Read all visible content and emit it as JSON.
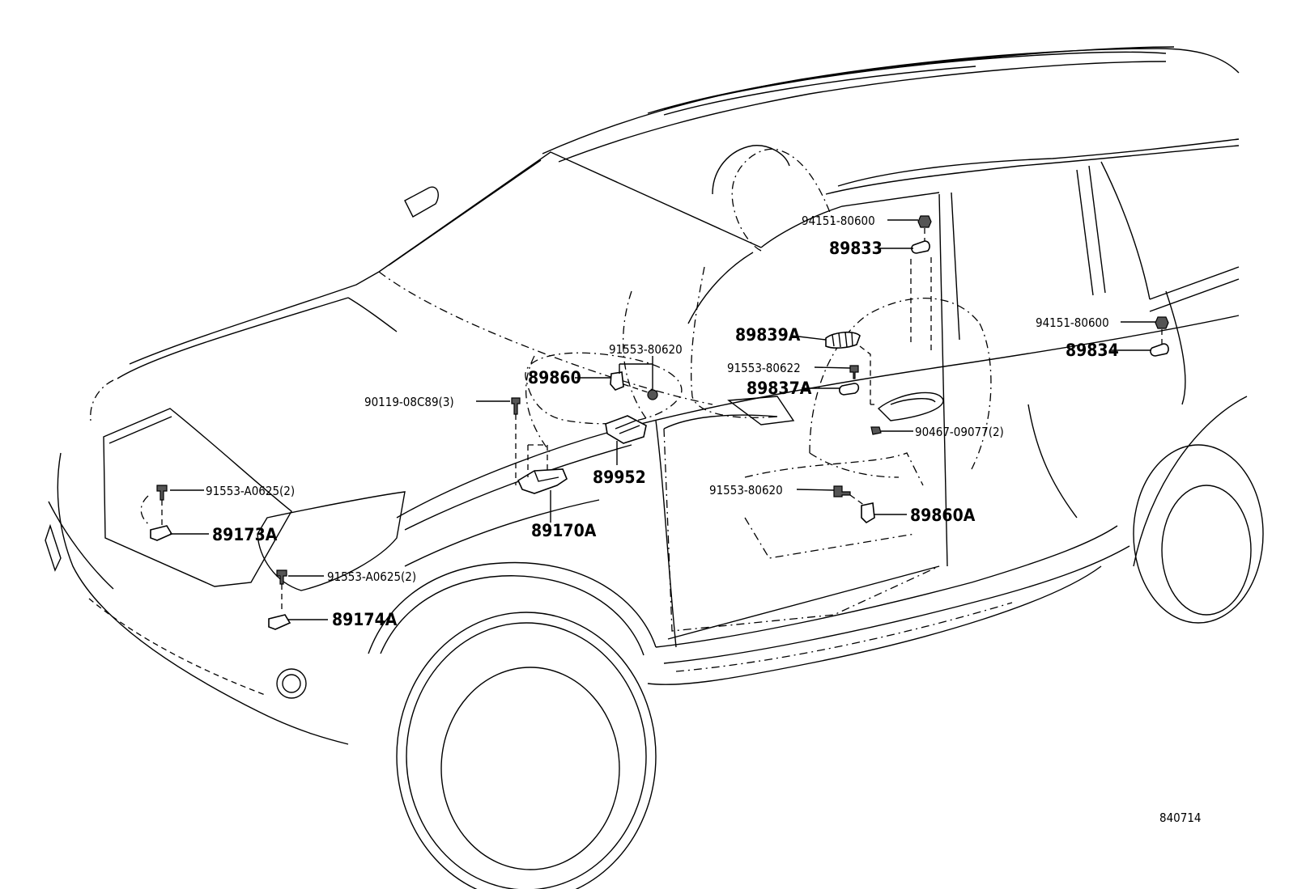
{
  "diagram_id": "840714",
  "parts": [
    {
      "key": "p94151_top",
      "label": "94151-80600"
    },
    {
      "key": "p89833",
      "label": "89833"
    },
    {
      "key": "p94151_right",
      "label": "94151-80600"
    },
    {
      "key": "p89834",
      "label": "89834"
    },
    {
      "key": "p89839A",
      "label": "89839A"
    },
    {
      "key": "p91553_80620_top",
      "label": "91553-80620"
    },
    {
      "key": "p91553_80622",
      "label": "91553-80622"
    },
    {
      "key": "p89837A",
      "label": "89837A"
    },
    {
      "key": "p89860",
      "label": "89860"
    },
    {
      "key": "p90119",
      "label": "90119-08C89(3)"
    },
    {
      "key": "p90467",
      "label": "90467-09077(2)"
    },
    {
      "key": "p89952",
      "label": "89952"
    },
    {
      "key": "p91553_A0625_a",
      "label": "91553-A0625(2)"
    },
    {
      "key": "p89173A",
      "label": "89173A"
    },
    {
      "key": "p91553_80620_low",
      "label": "91553-80620"
    },
    {
      "key": "p89860A",
      "label": "89860A"
    },
    {
      "key": "p89170A",
      "label": "89170A"
    },
    {
      "key": "p91553_A0625_b",
      "label": "91553-A0625(2)"
    },
    {
      "key": "p89174A",
      "label": "89174A"
    }
  ]
}
